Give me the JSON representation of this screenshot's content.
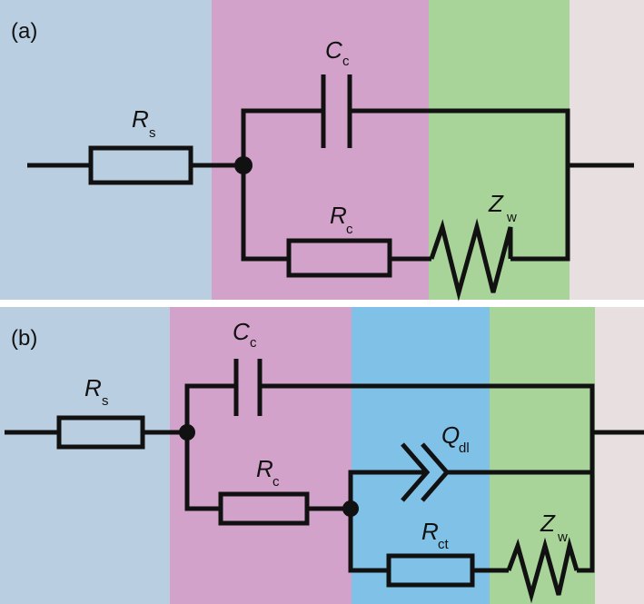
{
  "panel_a": {
    "label": "(a)",
    "R_s": {
      "symbol": "R",
      "sub": "s"
    },
    "C_c": {
      "symbol": "C",
      "sub": "c"
    },
    "R_c": {
      "symbol": "R",
      "sub": "c"
    },
    "Z_w": {
      "symbol": "Z",
      "sub": "w"
    }
  },
  "panel_b": {
    "label": "(b)",
    "R_s": {
      "symbol": "R",
      "sub": "s"
    },
    "C_c": {
      "symbol": "C",
      "sub": "c"
    },
    "R_c": {
      "symbol": "R",
      "sub": "c"
    },
    "Q_dl": {
      "symbol": "Q",
      "sub": "dl"
    },
    "R_ct": {
      "symbol": "R",
      "sub": "ct"
    },
    "Z_w": {
      "symbol": "Z",
      "sub": "w"
    }
  },
  "colors": {
    "solution_region": "#b9cfe1",
    "coating_region": "#d3a2cb",
    "interface_region": "#7fc1e7",
    "diffusion_region": "#a8d49a",
    "metal_region": "#e8e0e0",
    "wire": "#111111"
  }
}
